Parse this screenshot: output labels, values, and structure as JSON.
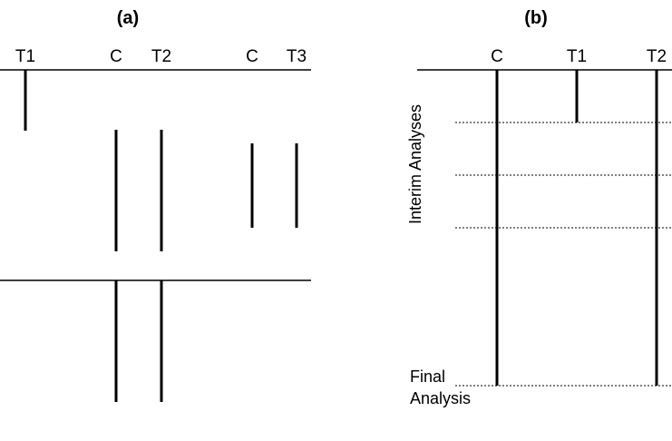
{
  "panel_a": {
    "label": "(a)",
    "columns": [
      "T1",
      "C",
      "T2",
      "C",
      "T3"
    ]
  },
  "panel_b": {
    "label": "(b)",
    "columns": [
      "C",
      "T1",
      "T2"
    ],
    "interim_label": "Interim Analyses",
    "final_label_line1": "Final",
    "final_label_line2": "Analysis"
  }
}
